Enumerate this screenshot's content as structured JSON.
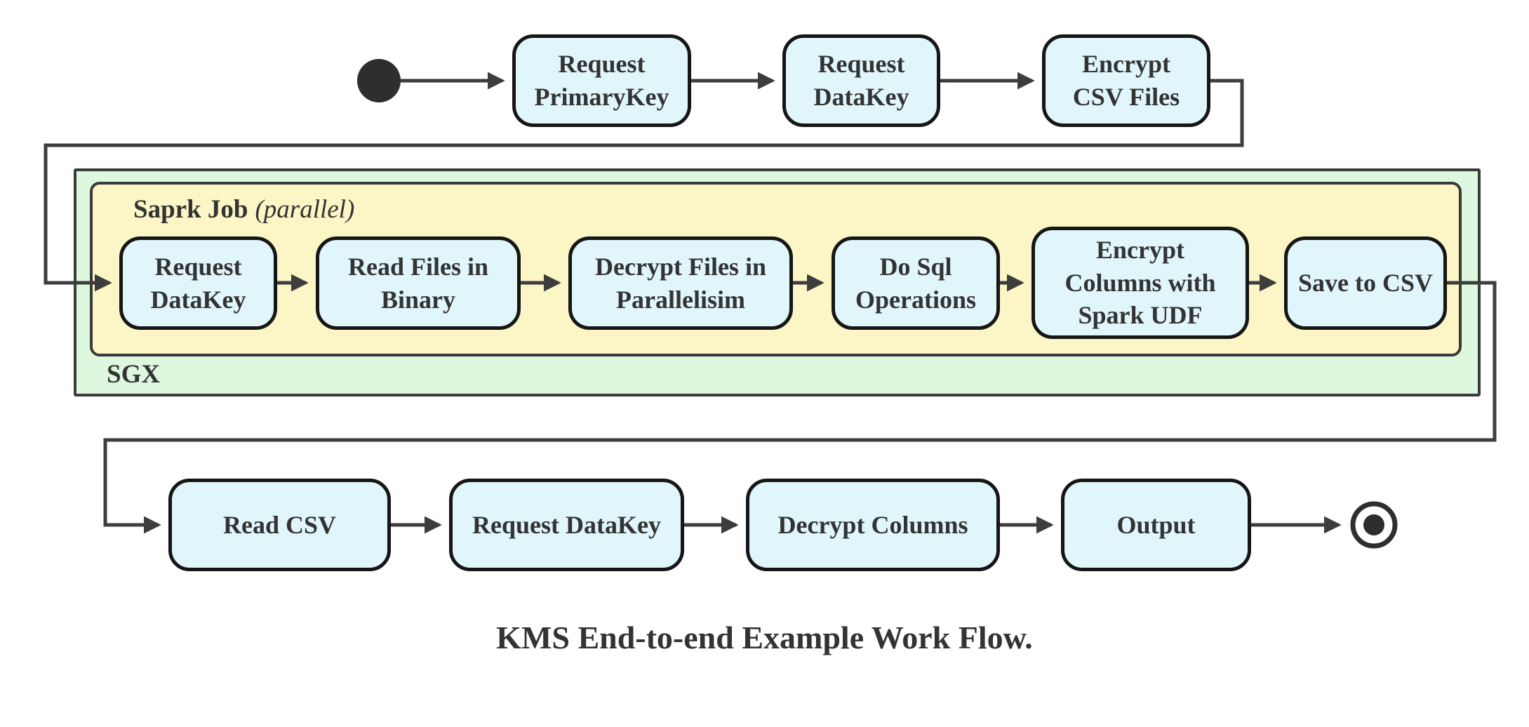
{
  "diagram": {
    "caption": "KMS End-to-end Example Work Flow.",
    "colors": {
      "node_fill": "#e0f6fb",
      "node_border": "#161616",
      "spark_fill": "#fcf5c5",
      "sgx_fill": "#def8e0",
      "box_border": "#3a3a3a",
      "connector": "#3d3d3d",
      "start_end": "#2e2e2e",
      "text": "#333333"
    },
    "start_node": "start",
    "end_node": "end",
    "top_row": [
      {
        "label": "Request\nPrimaryKey"
      },
      {
        "label": "Request\nDataKey"
      },
      {
        "label": "Encrypt\nCSV Files"
      }
    ],
    "sgx_group": {
      "label": "SGX",
      "spark_group": {
        "label": "Saprk Job",
        "label_suffix": "(parallel)",
        "nodes": [
          {
            "label": "Request\nDataKey"
          },
          {
            "label": "Read Files in\nBinary"
          },
          {
            "label": "Decrypt Files in\nParallelisim"
          },
          {
            "label": "Do Sql\nOperations"
          },
          {
            "label": "Encrypt\nColumns with\nSpark UDF"
          },
          {
            "label": "Save to CSV"
          }
        ]
      }
    },
    "bottom_row": [
      {
        "label": "Read CSV"
      },
      {
        "label": "Request DataKey"
      },
      {
        "label": "Decrypt Columns"
      },
      {
        "label": "Output"
      }
    ]
  }
}
